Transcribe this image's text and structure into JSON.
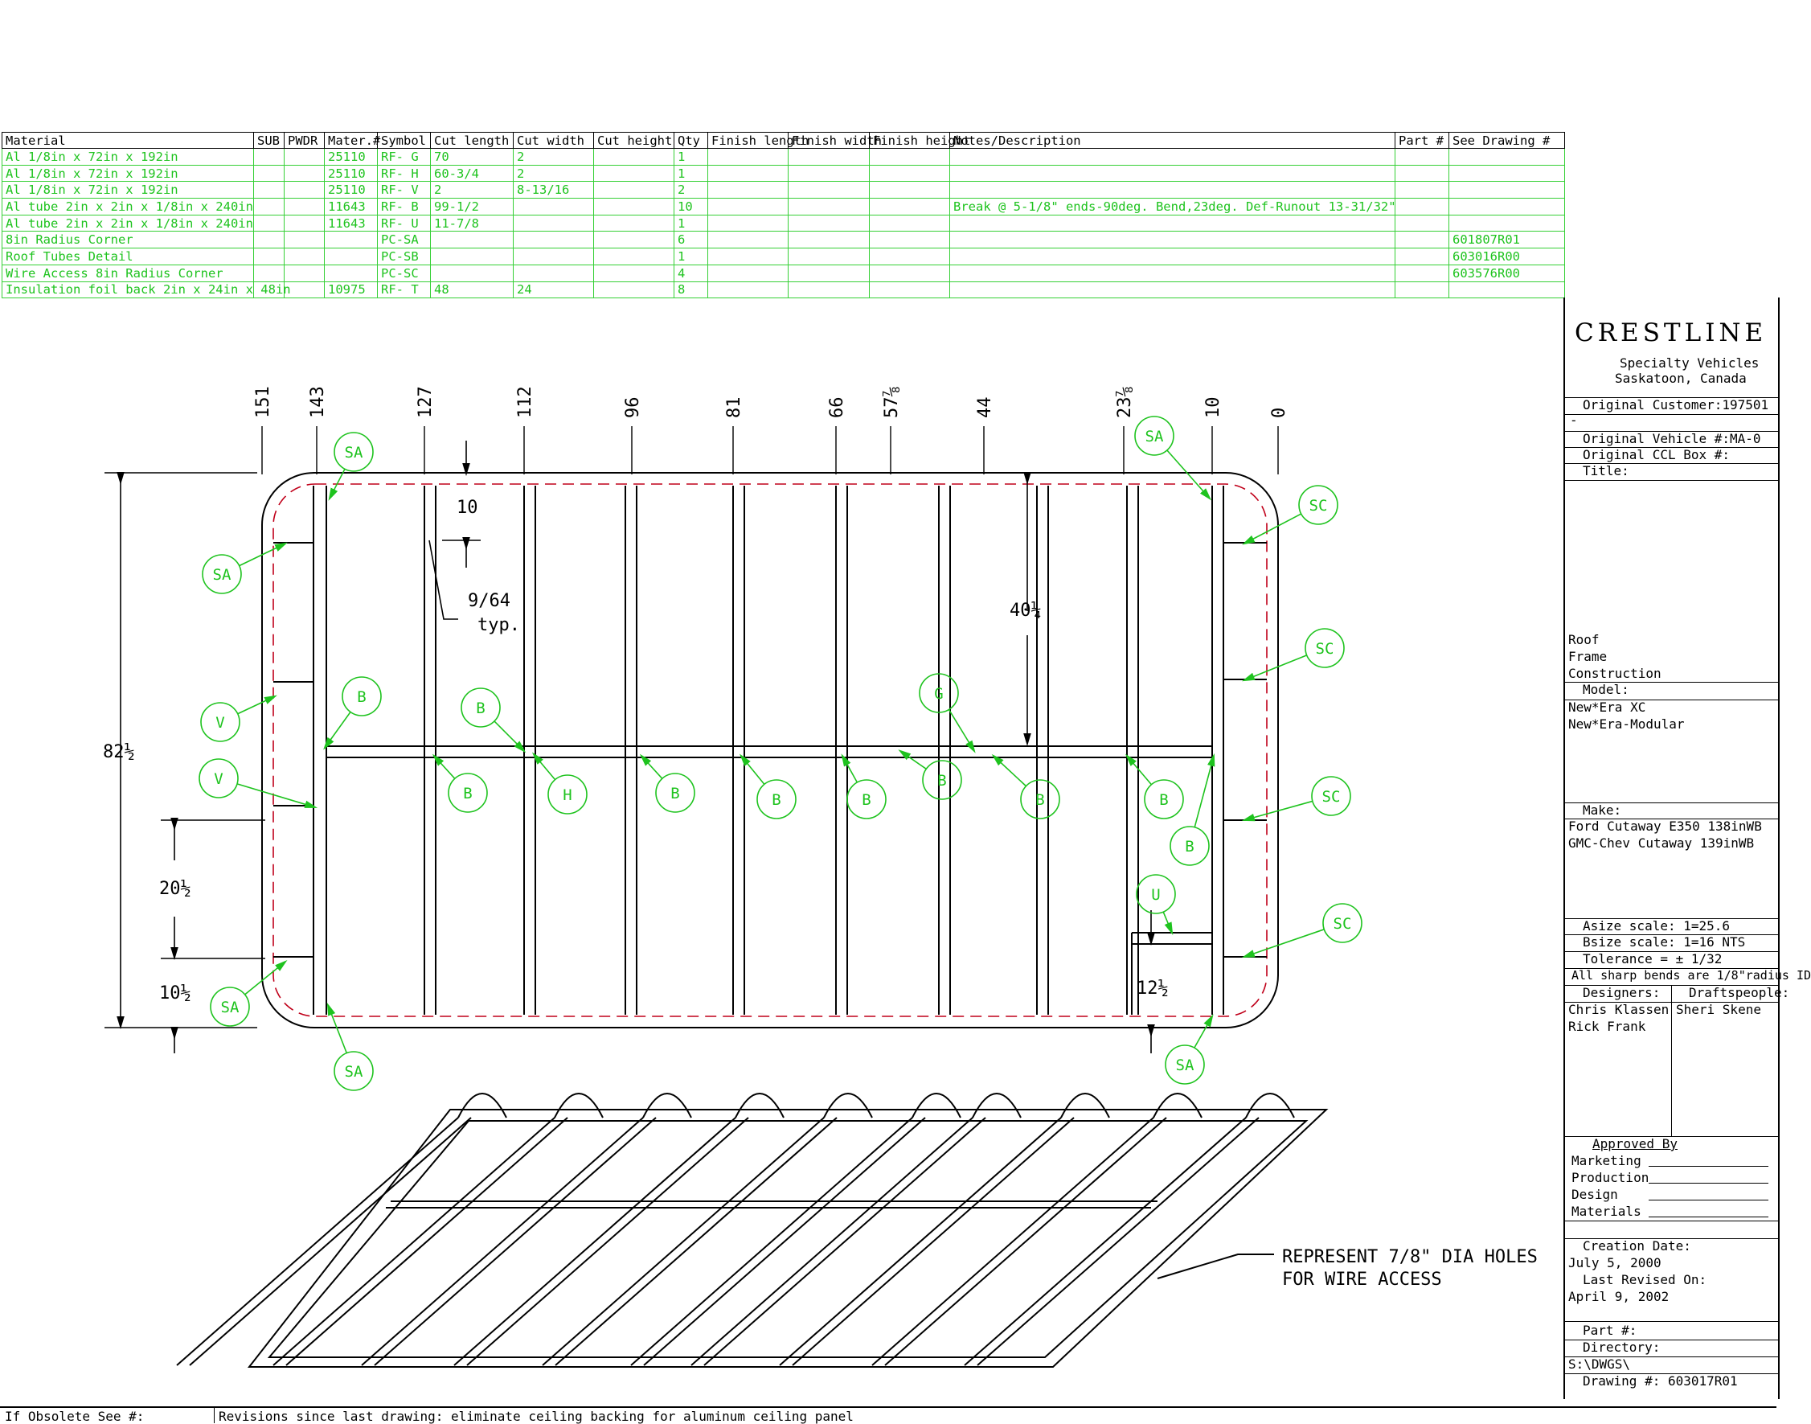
{
  "bom": {
    "headers": [
      "Material",
      "SUB",
      "PWDR",
      "Mater.#",
      "Symbol",
      "Cut length",
      "Cut width",
      "Cut height",
      "Qty",
      "Finish length",
      "Finish width",
      "Finish height",
      "Notes/Description",
      "Part #",
      "See Drawing #"
    ],
    "rows": [
      [
        "Al 1/8in x 72in x 192in",
        "",
        "",
        "25110",
        "RF- G",
        "70",
        "2",
        "",
        "1",
        "",
        "",
        "",
        "",
        "",
        ""
      ],
      [
        "Al 1/8in x 72in x 192in",
        "",
        "",
        "25110",
        "RF- H",
        "60-3/4",
        "2",
        "",
        "1",
        "",
        "",
        "",
        "",
        "",
        ""
      ],
      [
        "Al 1/8in x 72in x 192in",
        "",
        "",
        "25110",
        "RF- V",
        "2",
        "8-13/16",
        "",
        "2",
        "",
        "",
        "",
        "",
        "",
        ""
      ],
      [
        "Al tube 2in x 2in x 1/8in x 240in",
        "",
        "",
        "11643",
        "RF- B",
        "99-1/2",
        "",
        "",
        "10",
        "",
        "",
        "",
        "Break @ 5-1/8\" ends-90deg. Bend,23deg. Def-Runout 13-31/32\"",
        "",
        ""
      ],
      [
        "Al tube 2in x 2in x 1/8in x 240in",
        "",
        "",
        "11643",
        "RF- U",
        "11-7/8",
        "",
        "",
        "1",
        "",
        "",
        "",
        "",
        "",
        ""
      ],
      [
        "8in Radius Corner",
        "",
        "",
        "",
        "PC-SA",
        "",
        "",
        "",
        "6",
        "",
        "",
        "",
        "",
        "",
        "601807R01"
      ],
      [
        "Roof Tubes Detail",
        "",
        "",
        "",
        "PC-SB",
        "",
        "",
        "",
        "1",
        "",
        "",
        "",
        "",
        "",
        "603016R00"
      ],
      [
        "Wire Access 8in Radius Corner",
        "",
        "",
        "",
        "PC-SC",
        "",
        "",
        "",
        "4",
        "",
        "",
        "",
        "",
        "",
        "603576R00"
      ],
      [
        "Insulation foil back 2in x 24in x 48in",
        "",
        "",
        "10975",
        "RF- T",
        "48",
        "24",
        "",
        "8",
        "",
        "",
        "",
        "",
        "",
        ""
      ]
    ]
  },
  "title_block": {
    "logo": "CRESTLINE",
    "company_line1": "Specialty Vehicles",
    "company_line2": "Saskatoon, Canada",
    "original_customer": "Original Customer:197501",
    "dash": "-",
    "original_vehicle": "Original Vehicle #:MA-0",
    "original_box": "Original CCL Box #:",
    "title_label": "Title:",
    "title_line1": "Roof",
    "title_line2": "Frame",
    "title_line3": "Construction",
    "model_label": "Model:",
    "model_line1": "New*Era XC",
    "model_line2": "New*Era-Modular",
    "make_label": "Make:",
    "make_line1": "Ford Cutaway E350 138inWB",
    "make_line2": "GMC-Chev Cutaway 139inWB",
    "asize": "Asize scale:  1=25.6",
    "bsize": "Bsize scale:  1=16  NTS",
    "tolerance": "Tolerance  =  ± 1/32",
    "bends": "All sharp bends are 1/8\"radius ID",
    "designers_label": "Designers:",
    "draftspeople_label": "Draftspeople:",
    "designer1": "Chris Klassen",
    "designer2": "Rick Frank",
    "draftsperson1": "Sheri Skene",
    "approved_by": "Approved By",
    "approval_marketing": "Marketing",
    "approval_production": "Production",
    "approval_design": "Design",
    "approval_materials": "Materials",
    "creation_label": "Creation Date:",
    "creation_date": "July 5, 2000",
    "revised_label": "Last Revised On:",
    "revised_date": "April 9, 2002",
    "part_label": "Part #:",
    "directory_label": "Directory:",
    "directory_value": "S:\\DWGS\\",
    "drawing_number": "Drawing #: 603017R01"
  },
  "drawing": {
    "stations": [
      "151",
      "143",
      "127",
      "112",
      "96",
      "81",
      "66",
      "57⅞",
      "44",
      "23⅞",
      "10",
      "0"
    ],
    "dims": {
      "d10": "10",
      "d964": "9/64",
      "typ": "typ.",
      "d40": "40¼",
      "d82": "82½",
      "d20": "20½",
      "d10b": "10½",
      "d12": "12½"
    },
    "callouts": [
      "SA",
      "SA",
      "SA",
      "SA",
      "SA",
      "SA",
      "SC",
      "SC",
      "SC",
      "SC",
      "B",
      "B",
      "B",
      "B",
      "B",
      "B",
      "B",
      "B",
      "B",
      "B",
      "V",
      "V",
      "G",
      "H",
      "U"
    ],
    "note_line1": "REPRESENT 7/8\" DIA HOLES",
    "note_line2": "FOR WIRE ACCESS"
  },
  "footer": {
    "obsolete": "If Obsolete See #:",
    "revisions": "Revisions since last drawing: eliminate ceiling backing for aluminum ceiling panel"
  },
  "colors": {
    "green": "#1ec31e",
    "red": "#c0001a",
    "line": "#000000"
  }
}
